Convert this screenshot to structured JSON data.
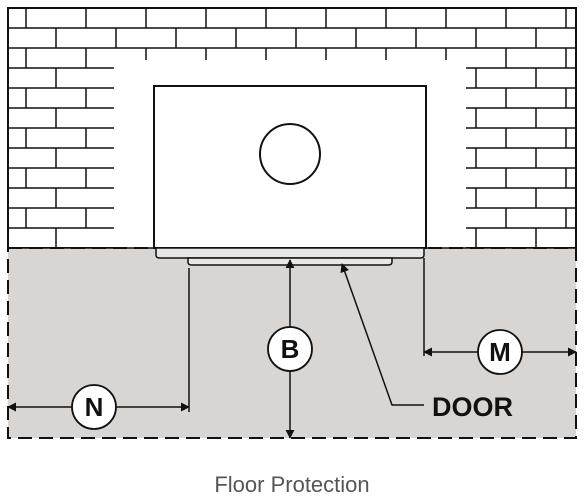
{
  "labels": {
    "b": "B",
    "n": "N",
    "m": "M",
    "door": "DOOR"
  },
  "caption": "Floor Protection",
  "colors": {
    "line": "#111111",
    "floor": "#d9d5d3",
    "wall": "#ffffff",
    "hearth": "#e9e7e6"
  }
}
